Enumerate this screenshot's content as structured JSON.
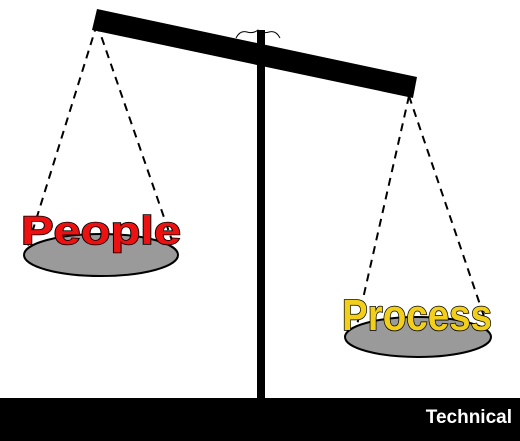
{
  "scale": {
    "left_pan_label": "People",
    "right_pan_label": "Process",
    "footer_label": "Technical",
    "colors": {
      "left_pan_text": "#ee1111",
      "right_pan_text": "#f2cf1a",
      "pan_fill": "#9a9a9a",
      "beam": "#000000"
    }
  }
}
